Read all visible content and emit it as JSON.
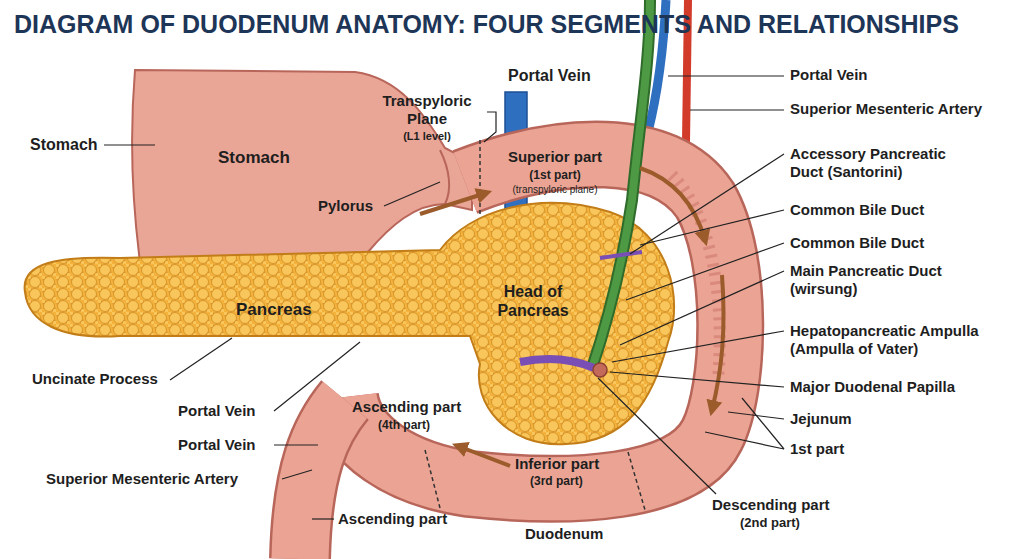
{
  "diagram": {
    "title": "DIAGRAM OF DUODENUM ANATOMY: FOUR SEGMENTS AND RELATIONSHIPS",
    "labels": [
      "Stomach",
      "Stomach",
      "Transpyloric Plane",
      "(L1 level)",
      "Portal Vein",
      "Portal Vein",
      "Superior Mesenteric Artery",
      "Pylorus",
      "Superior part",
      "(1st part)",
      "(transpyloric plane)",
      "Accessory Pancreatic Duct (Santorini)",
      "Common Bile Duct",
      "Common Bile Duct",
      "Main Pancreatic Duct (wirsung)",
      "Hepatopancreatic Ampulla (Ampulla of Vater)",
      "Major Duodenal Papilla",
      "Jejunum",
      "1st part",
      "Pancreas",
      "Head of Pancreas",
      "Uncinate Process",
      "Portal Vein",
      "Portal Vein",
      "Superior Mesenteric Artery",
      "Ascending part",
      "(4th part)",
      "Inferior part",
      "(3rd part)",
      "Ascending part",
      "Duodenum",
      "Descending part",
      "(2nd part)"
    ]
  }
}
